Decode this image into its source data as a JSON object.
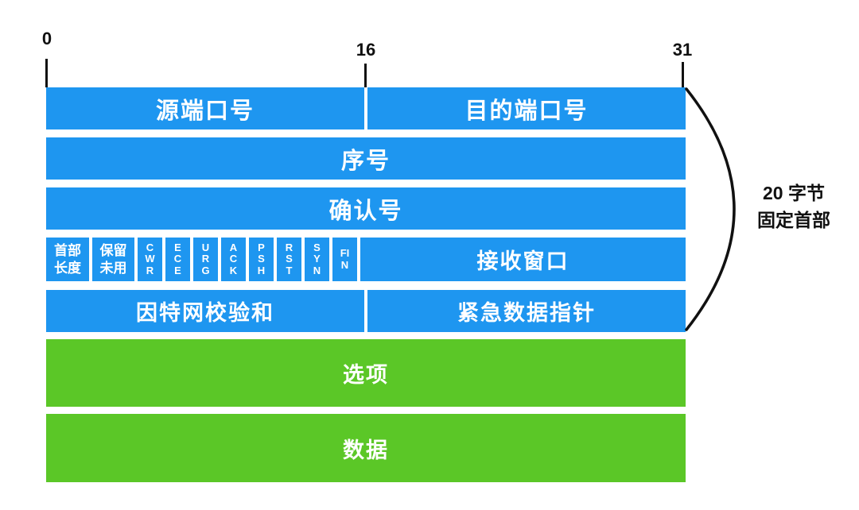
{
  "diagram": {
    "title_semantic": "TCP segment header format",
    "colors": {
      "field_blue": "#1e96f0",
      "payload_green": "#5bc727",
      "text_dark": "#111111",
      "cell_text": "#ffffff"
    },
    "ruler": {
      "ticks": [
        {
          "label": "0"
        },
        {
          "label": "16"
        },
        {
          "label": "31"
        }
      ]
    },
    "fields": {
      "source_port": "源端口号",
      "dest_port": "目的端口号",
      "seq": "序号",
      "ack": "确认号",
      "header_length": {
        "line1": "首部",
        "line2": "长度"
      },
      "reserved": {
        "line1": "保留",
        "line2": "未用"
      },
      "flags": [
        "CWR",
        "ECE",
        "URG",
        "ACK",
        "PSH",
        "RST",
        "SYN",
        "FIN"
      ],
      "recv_window": "接收窗口",
      "checksum": "因特网校验和",
      "urgent_pointer": "紧急数据指针",
      "options": "选项",
      "data": "数据"
    },
    "annotation": {
      "line1": "20 字节",
      "line2": "固定首部"
    }
  }
}
